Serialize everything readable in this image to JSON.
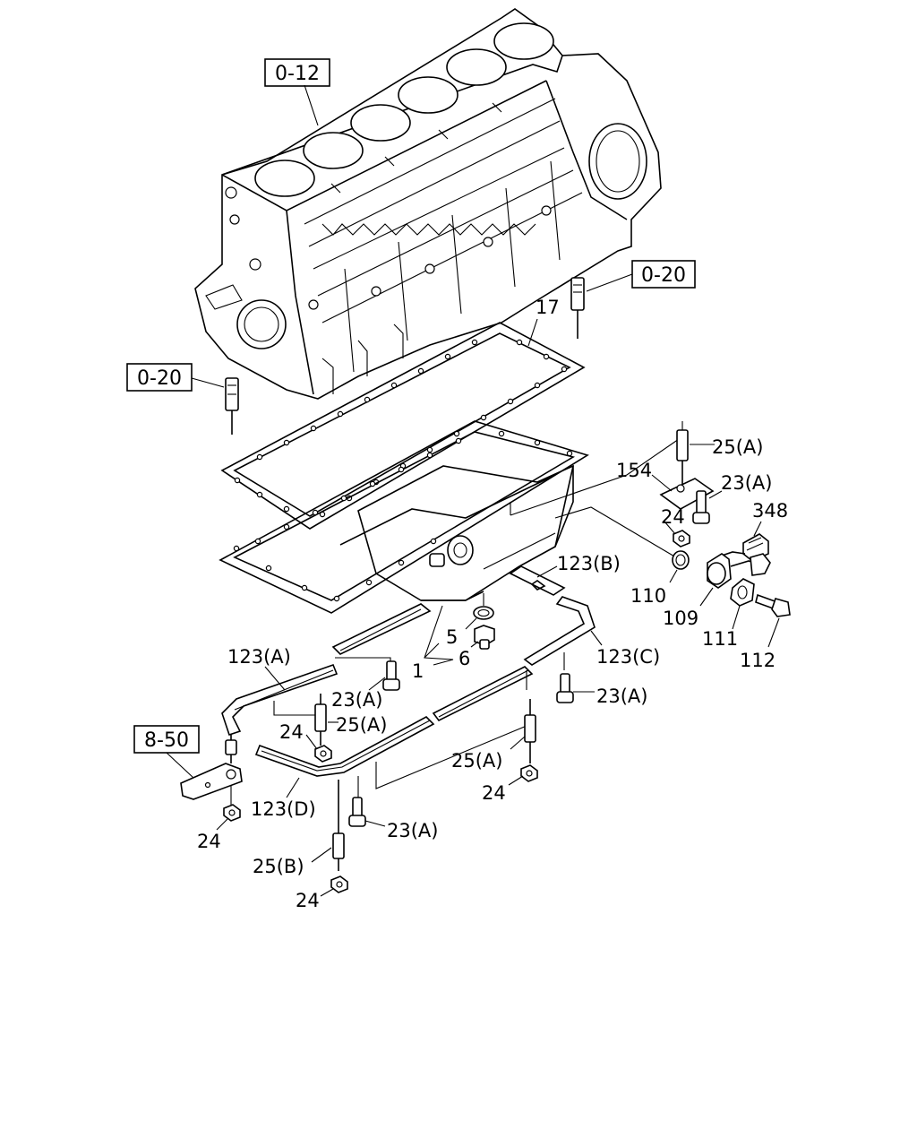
{
  "refs": {
    "block": "0-12",
    "stud_right": "0-20",
    "stud_left": "0-20",
    "bracket": "8-50"
  },
  "labels": {
    "p17": "17",
    "p25a_top": "25(A)",
    "p154": "154",
    "p23a_top": "23(A)",
    "p24_top": "24",
    "p348": "348",
    "p110": "110",
    "p109": "109",
    "p111": "111",
    "p112": "112",
    "p123b": "123(B)",
    "p123c": "123(C)",
    "p123a": "123(A)",
    "p123d": "123(D)",
    "p5": "5",
    "p6": "6",
    "p1": "1",
    "p23a_mid": "23(A)",
    "p25a_mid": "25(A)",
    "p24_mid": "24",
    "p23a_right": "23(A)",
    "p25a_right": "25(A)",
    "p24_right": "24",
    "p24_left": "24",
    "p23a_bot": "23(A)",
    "p25b": "25(B)",
    "p24_bot": "24"
  }
}
